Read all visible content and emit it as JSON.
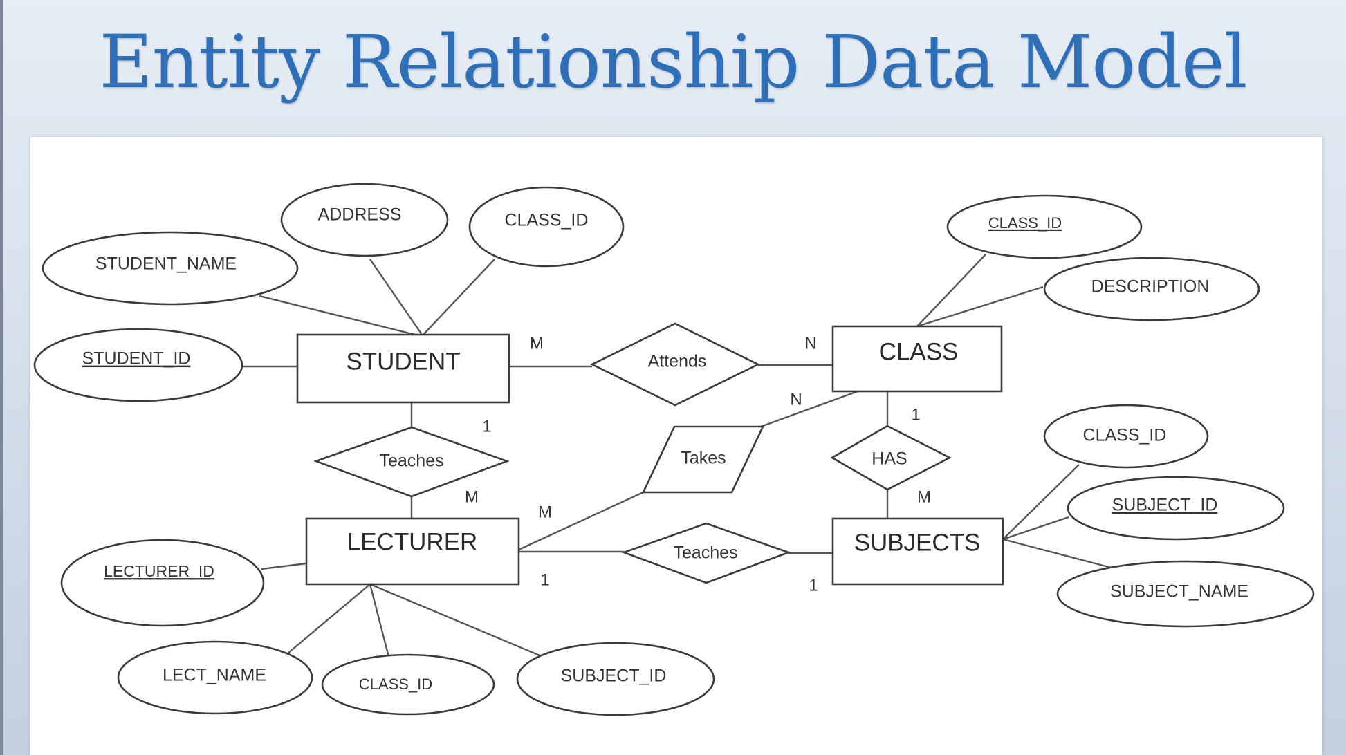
{
  "title": "Entity Relationship Data Model",
  "entities": [
    {
      "id": "student",
      "label": "STUDENT"
    },
    {
      "id": "class",
      "label": "CLASS"
    },
    {
      "id": "lecturer",
      "label": "LECTURER"
    },
    {
      "id": "subjects",
      "label": "SUBJECTS"
    }
  ],
  "attributes": [
    {
      "id": "address",
      "label": "ADDRESS",
      "key": false,
      "entity": "student"
    },
    {
      "id": "student_class_id",
      "label": "CLASS_ID",
      "key": false,
      "entity": "student"
    },
    {
      "id": "student_name",
      "label": "STUDENT_NAME",
      "key": false,
      "entity": "student"
    },
    {
      "id": "student_id",
      "label": "STUDENT_ID",
      "key": true,
      "entity": "student"
    },
    {
      "id": "class_class_id",
      "label": "CLASS_ID",
      "key": true,
      "entity": "class"
    },
    {
      "id": "description",
      "label": "DESCRIPTION",
      "key": false,
      "entity": "class"
    },
    {
      "id": "subjects_class_id",
      "label": "CLASS_ID",
      "key": false,
      "entity": "subjects"
    },
    {
      "id": "subject_id",
      "label": "SUBJECT_ID",
      "key": true,
      "entity": "subjects"
    },
    {
      "id": "subject_name",
      "label": "SUBJECT_NAME",
      "key": false,
      "entity": "subjects"
    },
    {
      "id": "lecturer_id",
      "label": "LECTURER_ID",
      "key": true,
      "entity": "lecturer"
    },
    {
      "id": "lect_name",
      "label": "LECT_NAME",
      "key": false,
      "entity": "lecturer"
    },
    {
      "id": "lecturer_class_id",
      "label": "CLASS_ID",
      "key": false,
      "entity": "lecturer"
    },
    {
      "id": "lecturer_subject_id",
      "label": "SUBJECT_ID",
      "key": false,
      "entity": "lecturer"
    }
  ],
  "relationships": [
    {
      "id": "attends",
      "label": "Attends"
    },
    {
      "id": "teaches_student",
      "label": "Teaches"
    },
    {
      "id": "takes",
      "label": "Takes"
    },
    {
      "id": "has",
      "label": "HAS"
    },
    {
      "id": "teaches_subject",
      "label": "Teaches"
    }
  ],
  "cardinalities": [
    {
      "id": "student_attends",
      "label": "M"
    },
    {
      "id": "attends_class",
      "label": "N"
    },
    {
      "id": "student_teaches",
      "label": "1"
    },
    {
      "id": "teaches_lecturer",
      "label": "M"
    },
    {
      "id": "takes_class",
      "label": "N"
    },
    {
      "id": "lecturer_takes",
      "label": "M"
    },
    {
      "id": "class_has",
      "label": "1"
    },
    {
      "id": "has_subjects",
      "label": "M"
    },
    {
      "id": "lecturer_teaches",
      "label": "1"
    },
    {
      "id": "teaches_subjects",
      "label": "1"
    }
  ]
}
